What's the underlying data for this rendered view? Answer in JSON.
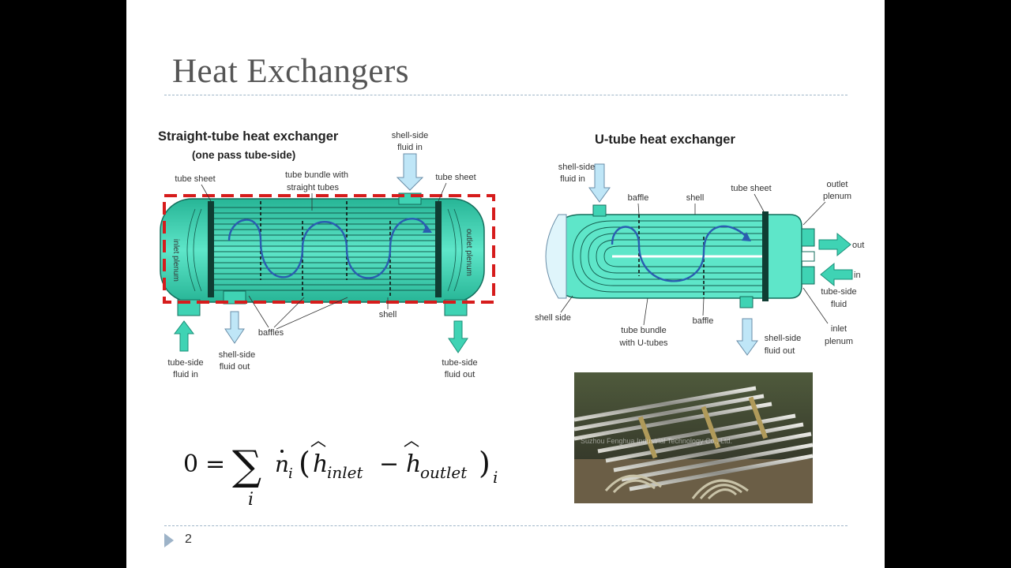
{
  "slide": {
    "title": "Heat Exchangers",
    "page_number": "2"
  },
  "straight_tube": {
    "title": "Straight-tube heat exchanger",
    "subtitle": "(one pass tube-side)",
    "labels": {
      "shell_side_fluid_in_1": "shell-side",
      "shell_side_fluid_in_2": "fluid in",
      "tube_sheet_left": "tube sheet",
      "tube_sheet_right": "tube sheet",
      "tube_bundle_1": "tube bundle with",
      "tube_bundle_2": "straight tubes",
      "inlet_plenum": "inlet plenum",
      "outlet_plenum": "outlet plenum",
      "baffles": "baffles",
      "shell": "shell",
      "tube_side_fluid_in_1": "tube-side",
      "tube_side_fluid_in_2": "fluid in",
      "shell_side_fluid_out_1": "shell-side",
      "shell_side_fluid_out_2": "fluid out",
      "tube_side_fluid_out_1": "tube-side",
      "tube_side_fluid_out_2": "fluid out"
    }
  },
  "u_tube": {
    "title": "U-tube heat exchanger",
    "labels": {
      "shell_side_fluid_in_1": "shell-side",
      "shell_side_fluid_in_2": "fluid in",
      "baffle_top": "baffle",
      "shell": "shell",
      "tube_sheet": "tube sheet",
      "outlet_plenum_1": "outlet",
      "outlet_plenum_2": "plenum",
      "out": "out",
      "in": "in",
      "tube_side_fluid_1": "tube-side",
      "tube_side_fluid_2": "fluid",
      "inlet_plenum_1": "inlet",
      "inlet_plenum_2": "plenum",
      "shell_side": "shell side",
      "tube_bundle_1": "tube bundle",
      "tube_bundle_2": "with U-tubes",
      "baffle_bottom": "baffle",
      "shell_side_fluid_out_1": "shell-side",
      "shell_side_fluid_out_2": "fluid out"
    }
  },
  "photo": {
    "watermark": "Suzhou Fenghua Industrial Technology Co., Ltd."
  },
  "equation": {
    "lhs": "0",
    "equals": "=",
    "sum_symbol": "∑",
    "sum_index": "i",
    "rate": "n",
    "rate_sub": "i",
    "open_paren": "(",
    "enthalpy": "h",
    "inlet_sub": "inlet",
    "minus": "−",
    "outlet_sub": "outlet",
    "close_paren": ")",
    "outer_sub": "i"
  },
  "colors": {
    "fluid": "#3fd3b4",
    "fluid_dark": "#1a8f78",
    "flow_arrow": "#2a5db0",
    "highlight": "#d61c1c",
    "rule": "#9fb6c8",
    "title": "#555555"
  }
}
